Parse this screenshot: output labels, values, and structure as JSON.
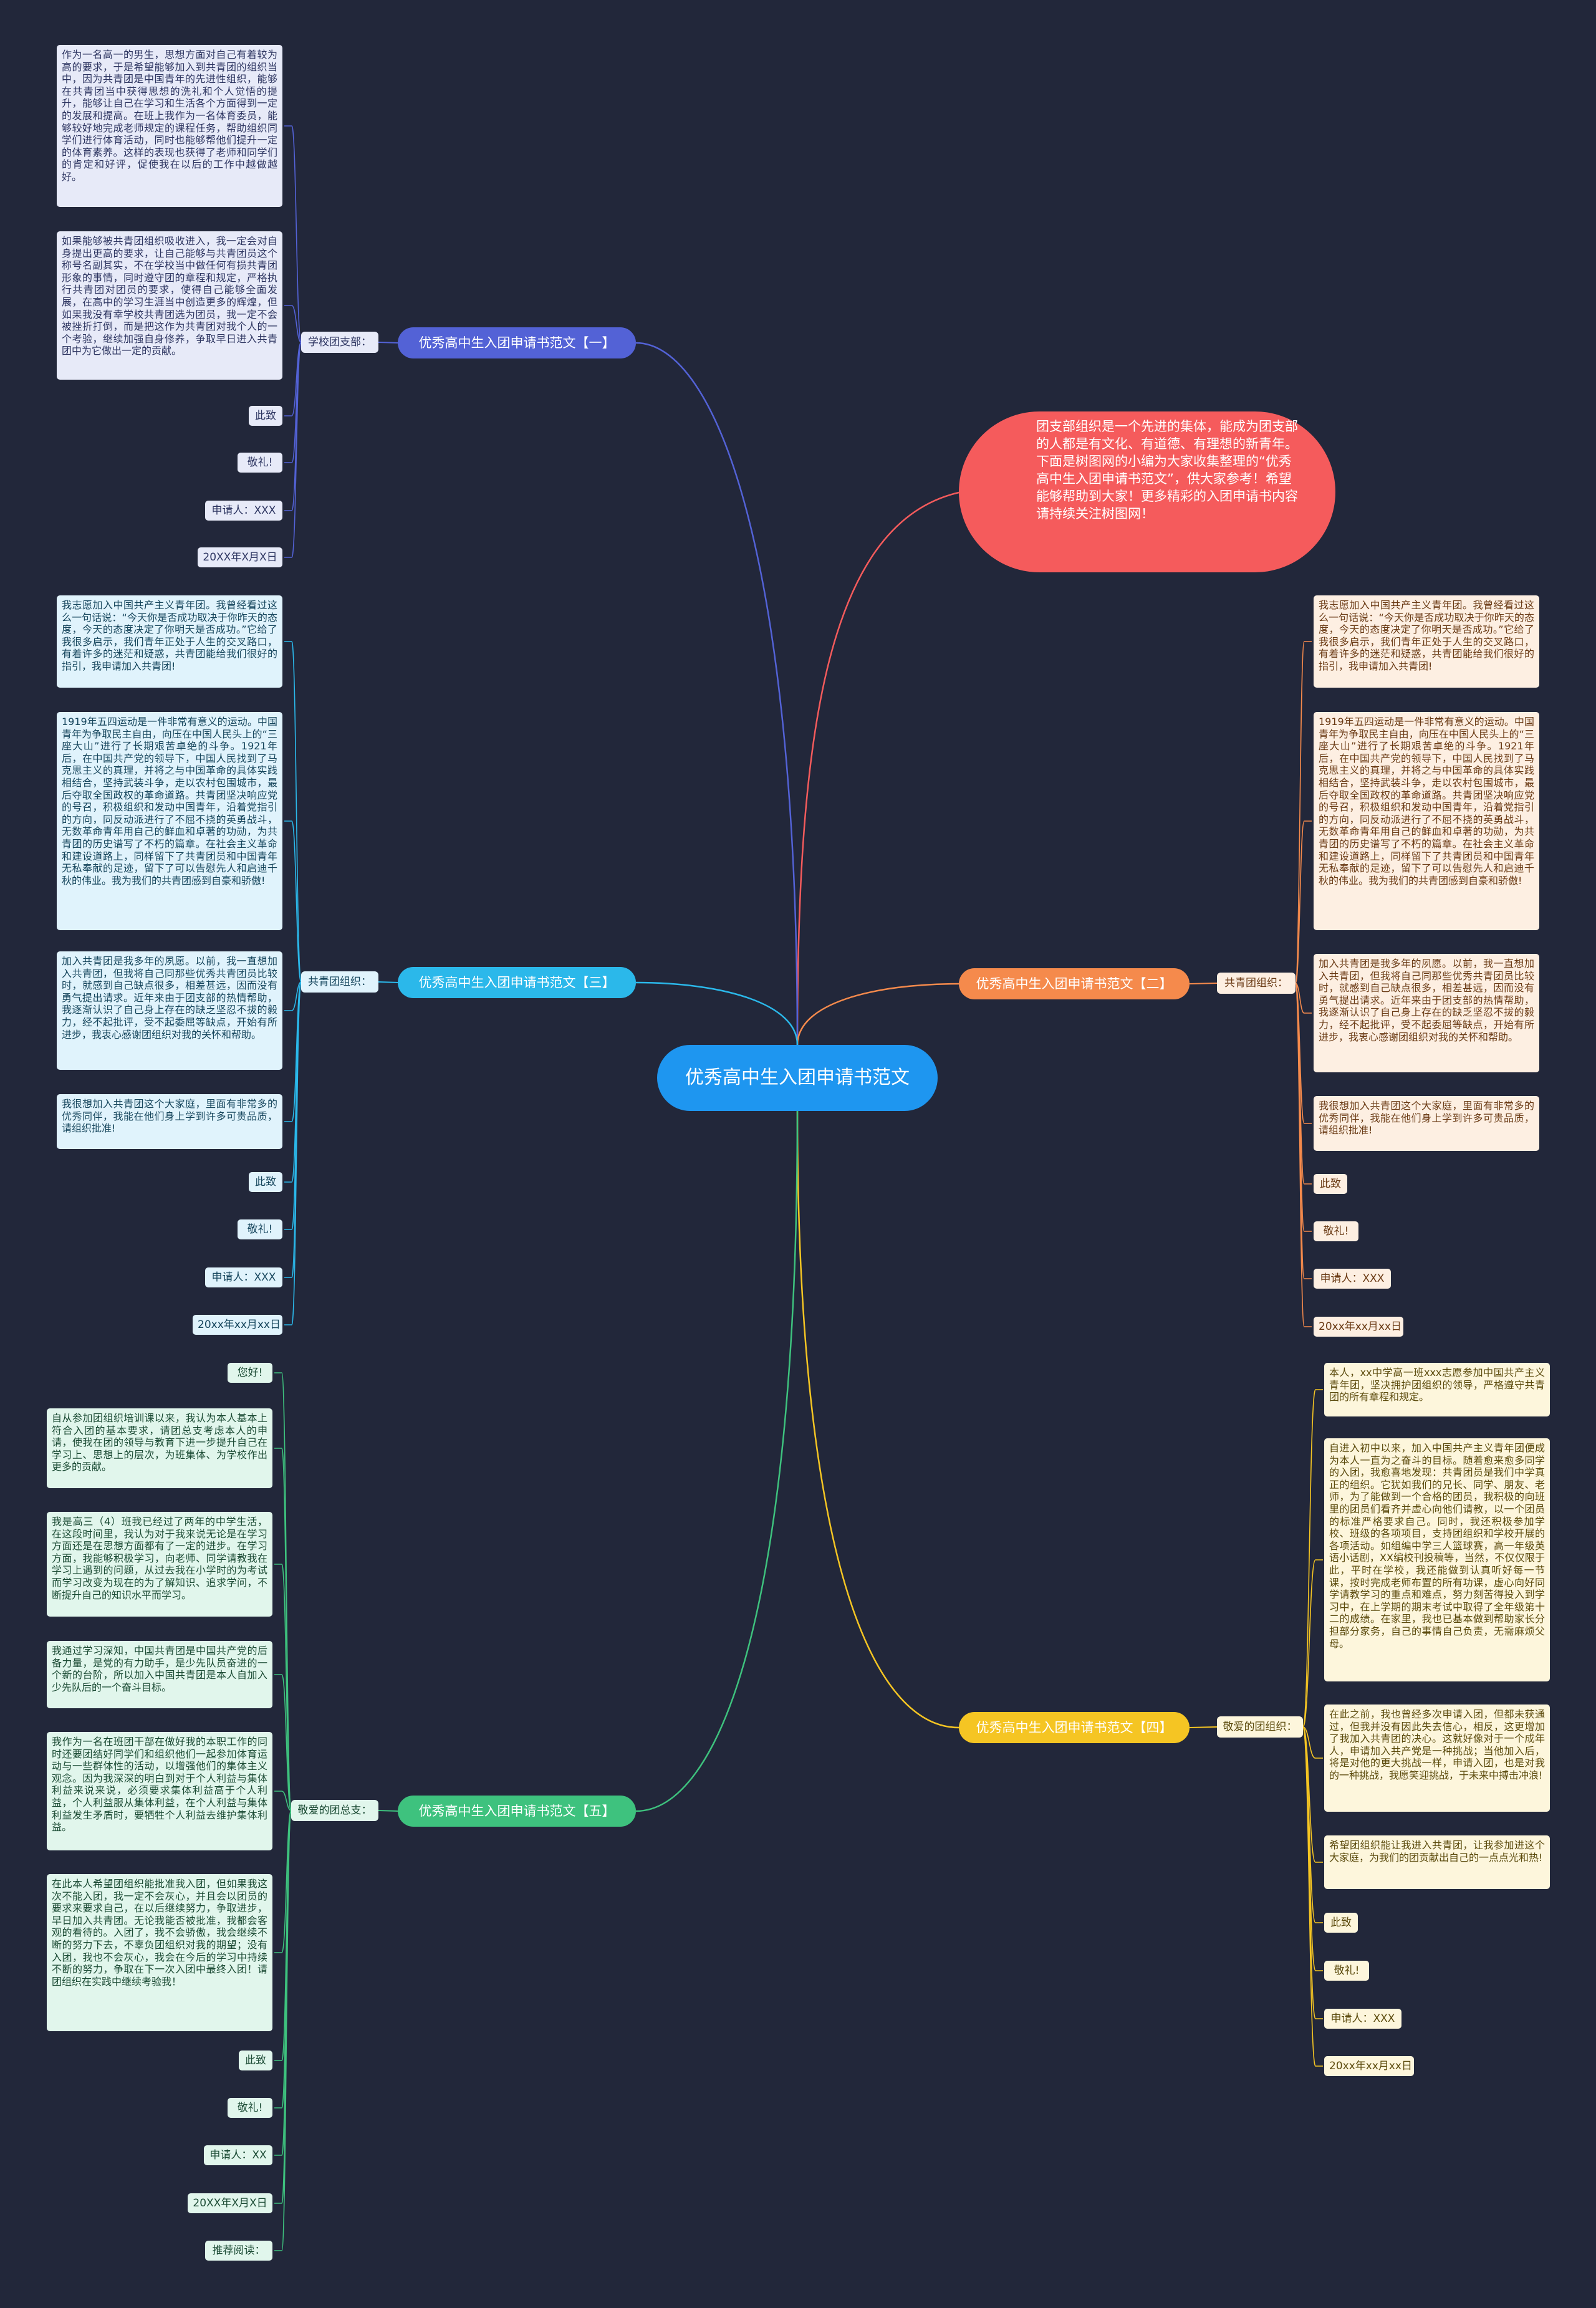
{
  "root": "优秀高中生入团申请书范文",
  "intro": "团支部组织是一个先进的集体，能成为团支部的人都是有文化、有道德、有理想的新青年。下面是树图网的小编为大家收集整理的“优秀高中生入团申请书范文”，供大家参考！希望能够帮助到大家！更多精彩的入团申请书内容请持续关注树图网！",
  "colors": {
    "background": "#22273a",
    "root": "#1e96f0",
    "intro": "#f55b5c",
    "b1": "#5362d6",
    "b2": "#f58a4c",
    "b3": "#2bb8ea",
    "b4": "#f5c523",
    "b5": "#3ec27e"
  },
  "branches": [
    {
      "title": "优秀高中生入团申请书范文【一】",
      "label": "学校团支部：",
      "leaves": [
        "作为一名高一的男生，思想方面对自己有着较为高的要求，于是希望能够加入到共青团的组织当中，因为共青团是中国青年的先进性组织，能够在共青团当中获得思想的洗礼和个人觉悟的提升，能够让自己在学习和生活各个方面得到一定的发展和提高。在班上我作为一名体育委员，能够较好地完成老师规定的课程任务，帮助组织同学们进行体育活动，同时也能够帮他们提升一定的体育素养。这样的表现也获得了老师和同学们的肯定和好评，促使我在以后的工作中越做越好。",
        "如果能够被共青团组织吸收进入，我一定会对自身提出更高的要求，让自己能够与共青团员这个称号名副其实，不在学校当中做任何有损共青团形象的事情，同时遵守团的章程和规定，严格执行共青团对团员的要求，使得自己能够全面发展，在高中的学习生涯当中创造更多的辉煌，但如果我没有幸学校共青团选为团员，我一定不会被挫折打倒，而是把这作为共青团对我个人的一个考验，继续加强自身修养，争取早日进入共青团中为它做出一定的贡献。",
        "此致",
        "敬礼!",
        "申请人：XXX",
        "20XX年X月X日"
      ]
    },
    {
      "title": "优秀高中生入团申请书范文【二】",
      "label": "共青团组织：",
      "leaves": [
        "我志愿加入中国共产主义青年团。我曾经看过这么一句话说：“今天你是否成功取决于你昨天的态度，今天的态度决定了你明天是否成功。”它给了我很多启示，我们青年正处于人生的交叉路口，有着许多的迷茫和疑惑，共青团能给我们很好的指引，我申请加入共青团!",
        "1919年五四运动是一件非常有意义的运动。中国青年为争取民主自由，向压在中国人民头上的“三座大山”进行了长期艰苦卓绝的斗争。1921年后，在中国共产党的领导下，中国人民找到了马克思主义的真理，并将之与中国革命的具体实践相结合，坚持武装斗争，走以农村包围城市，最后夺取全国政权的革命道路。共青团坚决响应党的号召，积极组织和发动中国青年，沿着党指引的方向，同反动派进行了不屈不挠的英勇战斗，无数革命青年用自己的鲜血和卓著的功勋，为共青团的历史谱写了不朽的篇章。在社会主义革命和建设道路上，同样留下了共青团员和中国青年无私奉献的足迹，留下了可以告慰先人和启迪千秋的伟业。我为我们的共青团感到自豪和骄傲!",
        "加入共青团是我多年的夙愿。以前，我一直想加入共青团，但我将自己同那些优秀共青团员比较时，就感到自己缺点很多，相差甚远，因而没有勇气提出请求。近年来由于团支部的热情帮助，我逐渐认识了自己身上存在的缺乏坚忍不拔的毅力，经不起批评，受不起委屈等缺点，开始有所进步，我衷心感谢团组织对我的关怀和帮助。",
        "我很想加入共青团这个大家庭，里面有非常多的优秀同伴，我能在他们身上学到许多可贵品质，请组织批准!",
        "此致",
        "敬礼!",
        "申请人：XXX",
        "20xx年xx月xx日"
      ]
    },
    {
      "title": "优秀高中生入团申请书范文【三】",
      "label": "共青团组织：",
      "leaves": [
        "我志愿加入中国共产主义青年团。我曾经看过这么一句话说：“今天你是否成功取决于你昨天的态度，今天的态度决定了你明天是否成功。”它给了我很多启示，我们青年正处于人生的交叉路口，有着许多的迷茫和疑惑，共青团能给我们很好的指引，我申请加入共青团!",
        "1919年五四运动是一件非常有意义的运动。中国青年为争取民主自由，向压在中国人民头上的“三座大山”进行了长期艰苦卓绝的斗争。1921年后，在中国共产党的领导下，中国人民找到了马克思主义的真理，并将之与中国革命的具体实践相结合，坚持武装斗争，走以农村包围城市，最后夺取全国政权的革命道路。共青团坚决响应党的号召，积极组织和发动中国青年，沿着党指引的方向，同反动派进行了不屈不挠的英勇战斗，无数革命青年用自己的鲜血和卓著的功勋，为共青团的历史谱写了不朽的篇章。在社会主义革命和建设道路上，同样留下了共青团员和中国青年无私奉献的足迹，留下了可以告慰先人和启迪千秋的伟业。我为我们的共青团感到自豪和骄傲!",
        "加入共青团是我多年的夙愿。以前，我一直想加入共青团，但我将自己同那些优秀共青团员比较时，就感到自己缺点很多，相差甚远，因而没有勇气提出请求。近年来由于团支部的热情帮助，我逐渐认识了自己身上存在的缺乏坚忍不拔的毅力，经不起批评，受不起委屈等缺点，开始有所进步，我衷心感谢团组织对我的关怀和帮助。",
        "我很想加入共青团这个大家庭，里面有非常多的优秀同伴，我能在他们身上学到许多可贵品质，请组织批准!",
        "此致",
        "敬礼!",
        "申请人：XXX",
        "20xx年xx月xx日"
      ]
    },
    {
      "title": "优秀高中生入团申请书范文【四】",
      "label": "敬爱的团组织：",
      "leaves": [
        "本人，xx中学高一班xxx志愿参加中国共产主义青年团，坚决拥护团组织的领导，严格遵守共青团的所有章程和规定。",
        "自进入初中以来，加入中国共产主义青年团便成为本人一直为之奋斗的目标。随着愈来愈多同学的入团，我愈喜地发现：共青团员是我们中学真正的组织。它犹如我们的兄长、同学、朋友、老师，为了能做到一个合格的团员，我积极的向班里的团员们看齐并虚心向他们请教，以一个团员的标准严格要求自己。同时，我还积极参加学校、班级的各项项目，支持团组织和学校开展的各项活动。如组编中学三人篮球赛，高一年级英语小话剧，XX编校刊投稿等，当然，不仅仅限于此，平时在学校，我还能做到认真听好每一节课，按时完成老师布置的所有功课，虚心向好同学请教学习的重点和难点，努力刻苦得投入到学习中，在上学期的期末考试中取得了全年级第十二的成绩。在家里，我也已基本做到帮助家长分担部分家务，自己的事情自己负责，无需麻烦父母。",
        "在此之前，我也曾经多次申请入团，但都未获通过，但我并没有因此失去信心，相反，这更增加了我加入共青团的决心。这就好像对于一个成年人，申请加入共产党是一种挑战；当他加入后，将是对他的更大挑战一样，申请入团，也是对我的一种挑战，我愿笑迎挑战，于未来中搏击冲浪!",
        "希望团组织能让我进入共青团，让我参加进这个大家庭，为我们的团贡献出自己的一点点光和热!",
        "此致",
        "敬礼!",
        "申请人：XXX",
        "20xx年xx月xx日"
      ]
    },
    {
      "title": "优秀高中生入团申请书范文【五】",
      "label": "敬爱的团总支：",
      "leaves": [
        "您好!",
        "自从参加团组织培训课以来，我认为本人基本上符合入团的基本要求，请团总支考虑本人的申请，使我在团的领导与教育下进一步提升自己在学习上、思想上的层次，为班集体、为学校作出更多的贡献。",
        "我是高三（4）班我已经过了两年的中学生活，在这段时间里，我认为对于我来说无论是在学习方面还是在思想方面都有了一定的进步。在学习方面，我能够积极学习，向老师、同学请教我在学习上遇到的问题，从过去我在小学时的为考试而学习改变为现在的为了解知识、追求学问，不断提升自己的知识水平而学习。",
        "我通过学习深知，中国共青团是中国共产党的后备力量，是党的有力助手，是少先队员奋进的一个新的台阶，所以加入中国共青团是本人自加入少先队后的一个奋斗目标。",
        "我作为一名在班团干部在做好我的本职工作的同时还要团结好同学们和组织他们一起参加体育运动与一些群体性的活动，以增强他们的集体主义观念。因为我深深的明白到对于个人利益与集体利益来说来说，必须要求集体利益高于个人利益，个人利益服从集体利益，在个人利益与集体利益发生矛盾时，要牺牲个人利益去维护集体利益。",
        "在此本人希望团组织能批准我入团，但如果我这次不能入团，我一定不会灰心，并且会以团员的要求来要求自己，在以后继续努力，争取进步，早日加入共青团。无论我能否被批准，我都会客观的看待的。入团了，我不会骄傲，我会继续不断的努力下去，不辜负团组织对我的期望；没有入团，我也不会灰心，我会在今后的学习中持续不断的努力，争取在下一次入团中最终入团！请团组织在实践中继续考验我！",
        "此致",
        "敬礼!",
        "申请人：XX",
        "20XX年X月X日",
        "推荐阅读："
      ]
    }
  ]
}
